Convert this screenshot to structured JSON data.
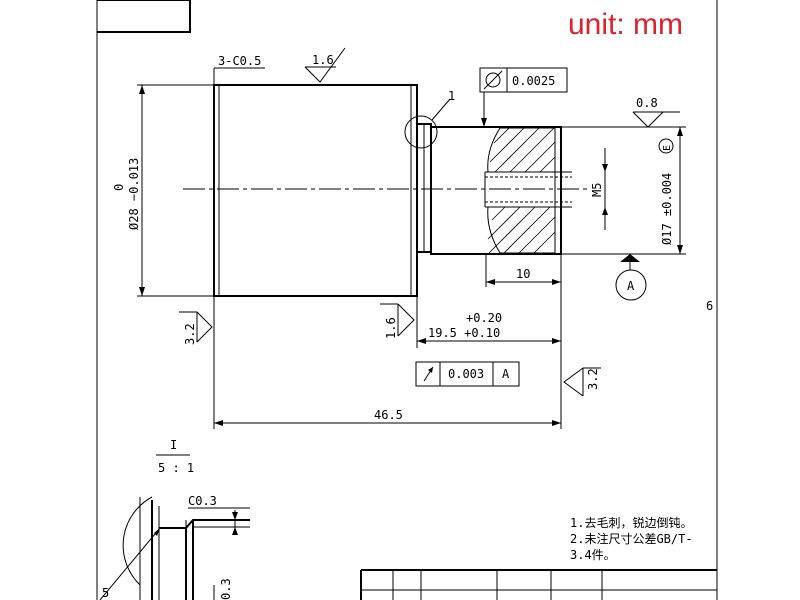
{
  "unit_label": "unit: mm",
  "dims": {
    "chamfer": "3-C0.5",
    "rough_top": "1.6",
    "dia_upper": "0",
    "dia_main": "Ø28 −0.013",
    "flatness_value": "0.0025",
    "rough_right": "0.8",
    "rough_leader": "1",
    "m5": "M5",
    "dia17": "Ø17 ±0.004",
    "envelope_mark": "E",
    "len10": "10",
    "datum": "A",
    "rough_left": "3.2",
    "rough_mid": "1.6",
    "tol_plus_upper": "+0.20",
    "len19": "19.5 +0.10",
    "runout_value": "0.003",
    "runout_datum": "A",
    "rough_bottom_right": "3.2",
    "len46": "46.5",
    "cut_mark": "6",
    "scale_top": "I",
    "scale_bottom": "5 : 1",
    "detail_chamfer": "C0.3",
    "detail_side": "5",
    "detail_bottom": "0.3"
  },
  "notes": [
    "1.去毛刺，锐边倒钝。",
    "2.未注尺寸公差GB/T-",
    "3.4件。"
  ]
}
